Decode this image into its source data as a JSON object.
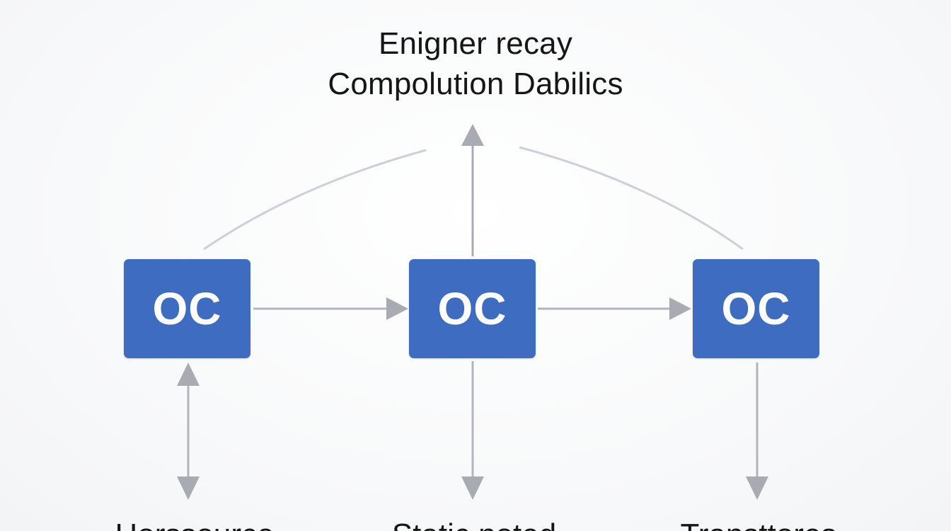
{
  "title": {
    "line1": "Enigner recay",
    "line2": "Compolution Dabilics"
  },
  "nodes": [
    {
      "label": "OC"
    },
    {
      "label": "OC"
    },
    {
      "label": "OC"
    }
  ],
  "bottom_labels": [
    "Horssource",
    "Static noted",
    "Transttores"
  ],
  "colors": {
    "node_fill": "#3d6cc0",
    "node_text": "#ffffff",
    "connector": "#a9abb2",
    "text": "#161616",
    "background": "#fbfbfc"
  }
}
